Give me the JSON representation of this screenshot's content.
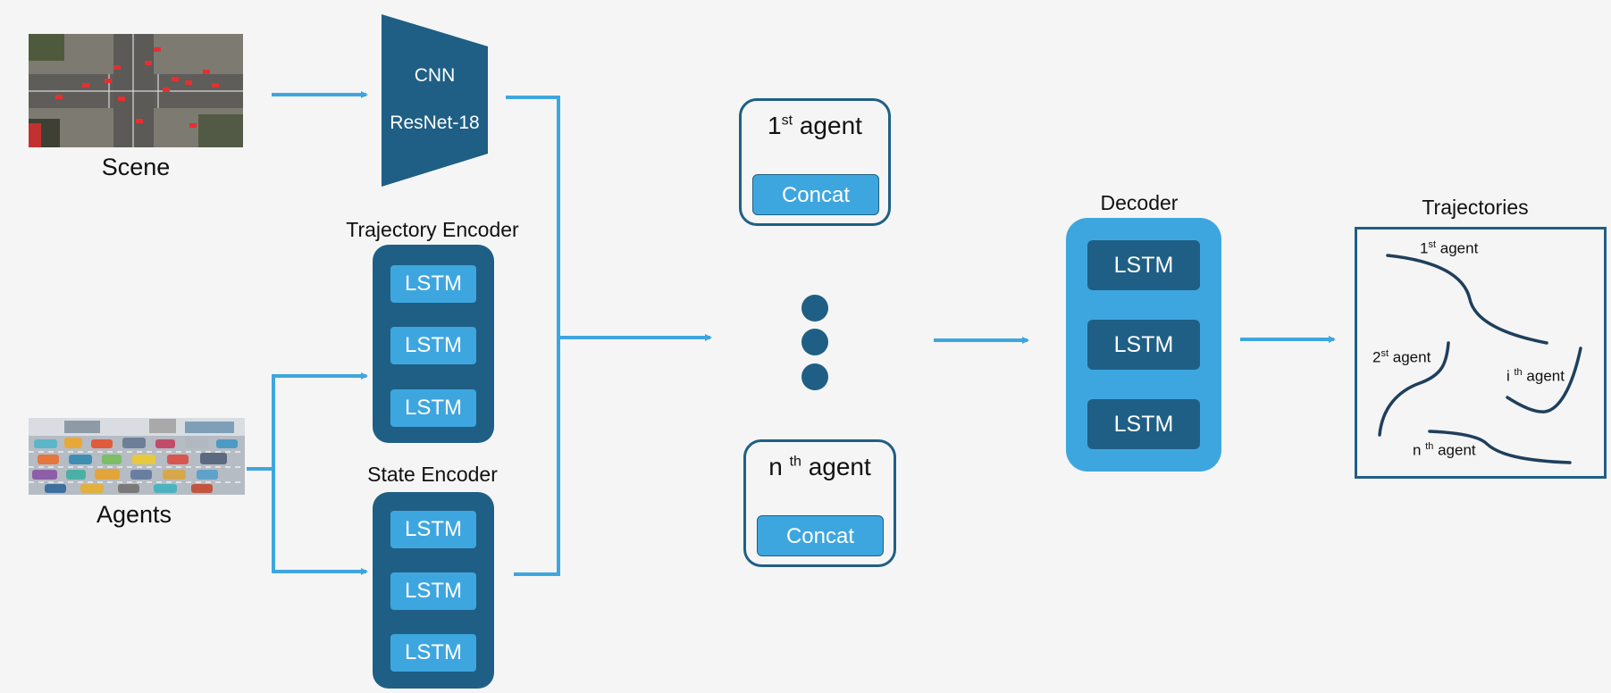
{
  "scene": {
    "label": "Scene"
  },
  "agents": {
    "label": "Agents"
  },
  "cnn": {
    "line1": "CNN",
    "line2": "ResNet-18"
  },
  "trajectory_encoder": {
    "title": "Trajectory Encoder",
    "cells": [
      "LSTM",
      "LSTM",
      "LSTM"
    ]
  },
  "state_encoder": {
    "title": "State Encoder",
    "cells": [
      "LSTM",
      "LSTM",
      "LSTM"
    ]
  },
  "agent_first": {
    "num": "1",
    "sup": "st",
    "word": " agent",
    "button": "Concat"
  },
  "agent_nth": {
    "num": "n ",
    "sup": "th",
    "word": " agent",
    "button": "Concat"
  },
  "decoder": {
    "title": "Decoder",
    "cells": [
      "LSTM",
      "LSTM",
      "LSTM"
    ]
  },
  "trajectories": {
    "title": "Trajectories",
    "labels": [
      {
        "num": "1",
        "sup": "st",
        "word": " agent"
      },
      {
        "num": "2",
        "sup": "st",
        "word": " agent"
      },
      {
        "num": "i ",
        "sup": "th",
        "word": " agent"
      },
      {
        "num": "n ",
        "sup": "th",
        "word": " agent"
      }
    ]
  },
  "colors": {
    "dark": "#1f5f85",
    "light": "#3ea6df",
    "background": "#f5f5f5"
  }
}
